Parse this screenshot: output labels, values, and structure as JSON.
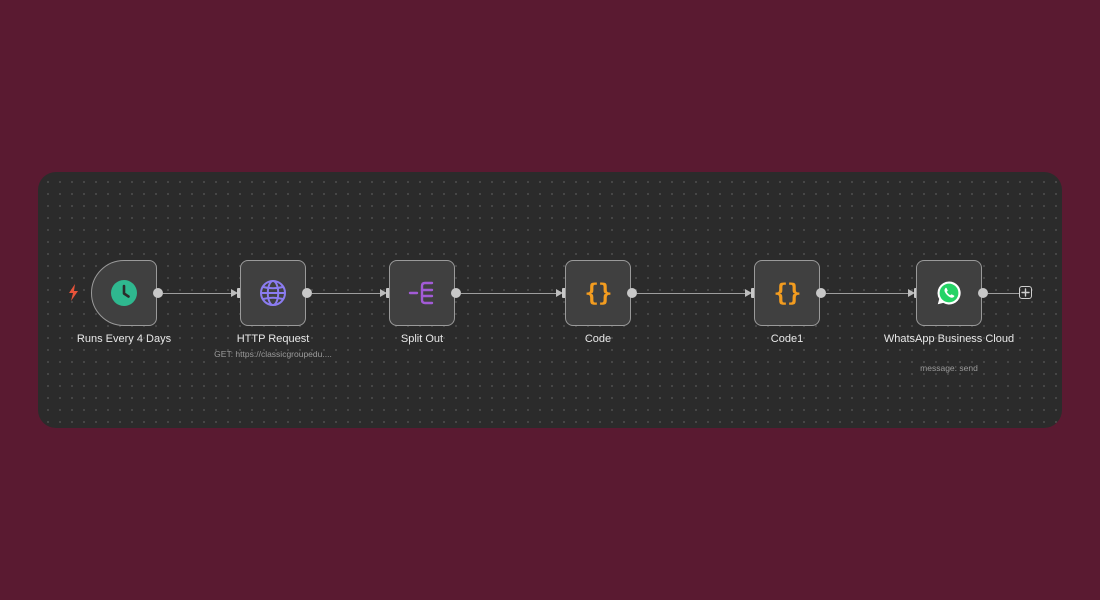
{
  "workflow": {
    "nodes": [
      {
        "id": "schedule",
        "label": "Runs Every 4 Days",
        "subtitle": "",
        "icon": "clock-icon",
        "color": "#2fb88f"
      },
      {
        "id": "http",
        "label": "HTTP Request",
        "subtitle": "GET: https://classicgroupedu....",
        "icon": "globe-icon",
        "color": "#8b7cf0"
      },
      {
        "id": "split",
        "label": "Split Out",
        "subtitle": "",
        "icon": "split-out-icon",
        "color": "#a25bd6"
      },
      {
        "id": "code",
        "label": "Code",
        "subtitle": "",
        "icon": "code-braces-icon",
        "color": "#f39c1f"
      },
      {
        "id": "code1",
        "label": "Code1",
        "subtitle": "",
        "icon": "code-braces-icon",
        "color": "#f39c1f"
      },
      {
        "id": "whatsapp",
        "label": "WhatsApp Business Cloud",
        "subtitle": "message: send",
        "icon": "whatsapp-icon",
        "color": "#25d366"
      }
    ],
    "brace_glyph": "{}",
    "trigger_icon": "lightning-bolt-icon",
    "trigger_color": "#e8533a",
    "add_icon": "plus-icon"
  }
}
